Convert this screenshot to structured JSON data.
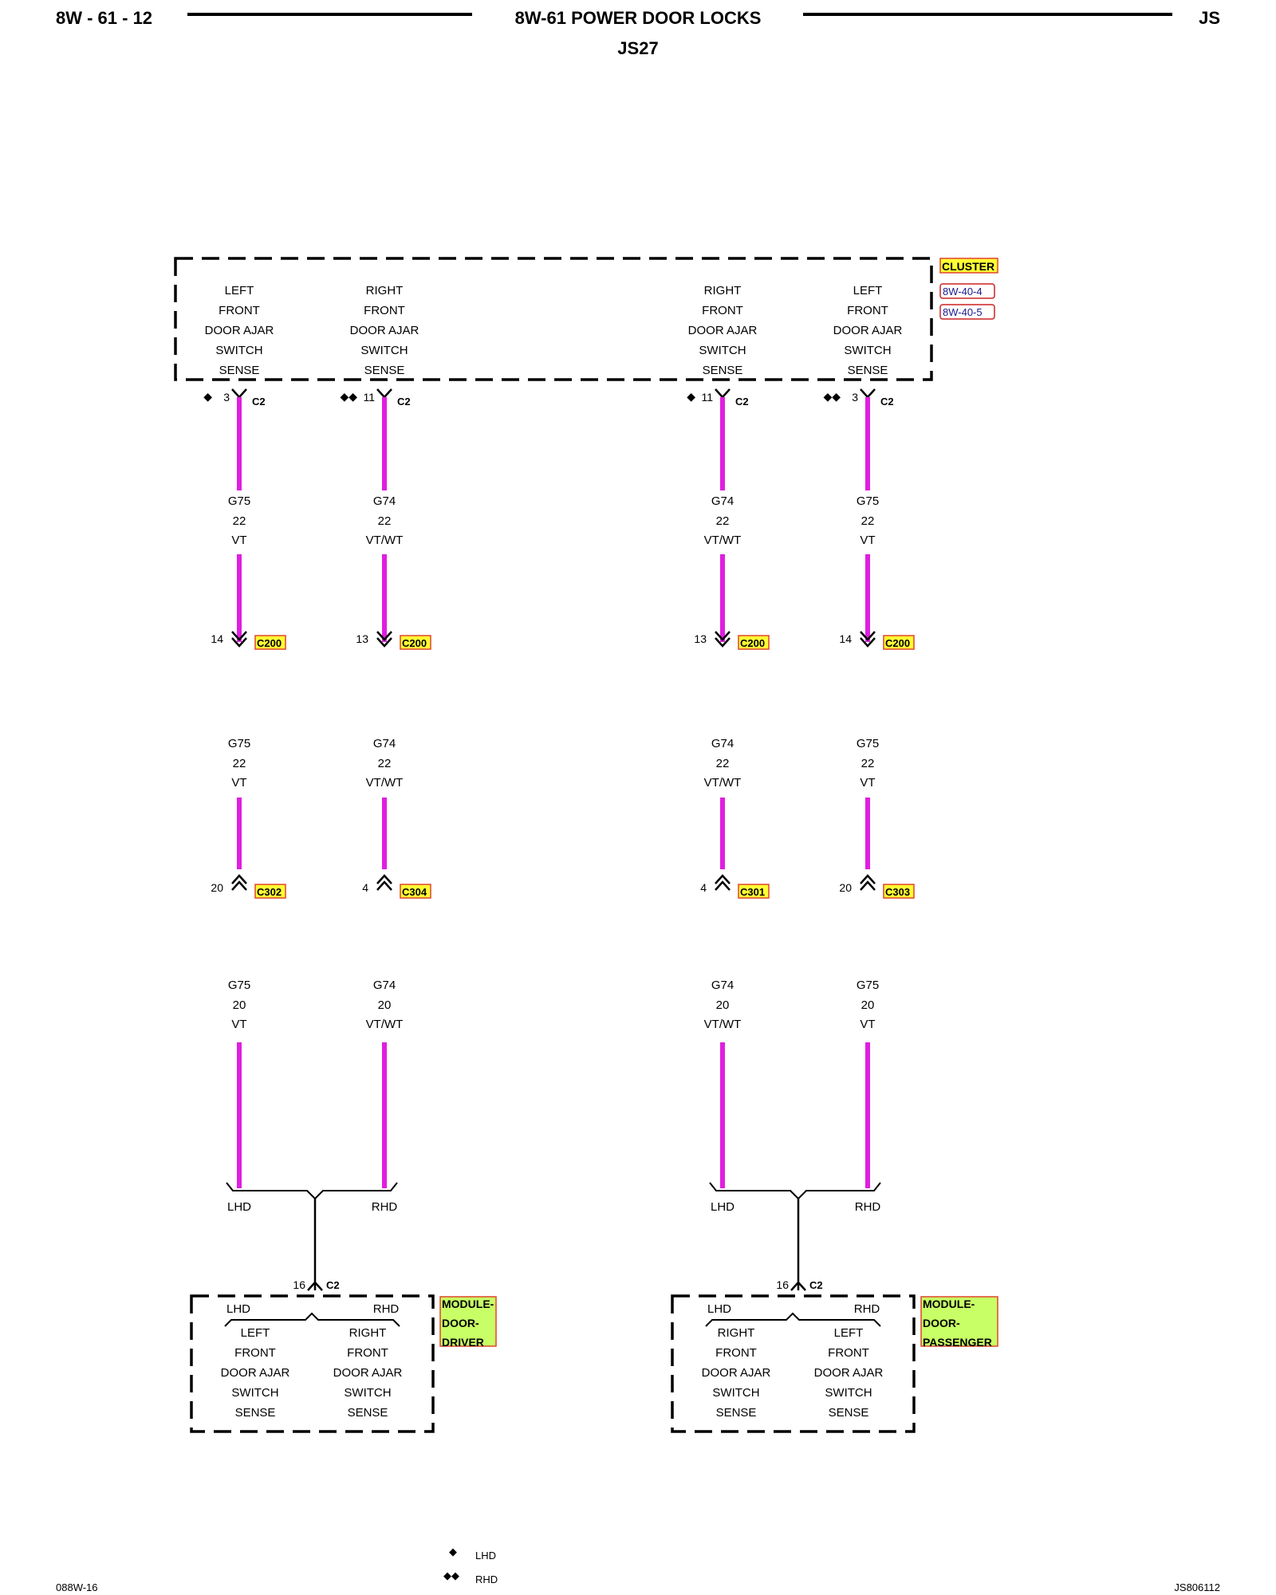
{
  "header": {
    "left": "8W - 61 - 12",
    "title": "8W-61 POWER DOOR LOCKS",
    "subtitle": "JS27",
    "right": "JS"
  },
  "cluster": {
    "name": "CLUSTER",
    "refs": [
      "8W-40-4",
      "8W-40-5"
    ]
  },
  "circuits": [
    {
      "label": [
        "LEFT",
        "FRONT",
        "DOOR AJAR",
        "SWITCH",
        "SENSE"
      ],
      "top": {
        "marker": "◆",
        "pin": "3",
        "conn": "C2"
      },
      "seg1": {
        "circuit": "G75",
        "gauge": "22",
        "color": "VT"
      },
      "mid": {
        "pin": "14",
        "conn": "C200"
      },
      "seg2": {
        "circuit": "G75",
        "gauge": "22",
        "color": "VT"
      },
      "low": {
        "pin": "20",
        "conn": "C302"
      },
      "seg3": {
        "circuit": "G75",
        "gauge": "20",
        "color": "VT"
      }
    },
    {
      "label": [
        "RIGHT",
        "FRONT",
        "DOOR AJAR",
        "SWITCH",
        "SENSE"
      ],
      "top": {
        "marker": "◆◆",
        "pin": "11",
        "conn": "C2"
      },
      "seg1": {
        "circuit": "G74",
        "gauge": "22",
        "color": "VT/WT"
      },
      "mid": {
        "pin": "13",
        "conn": "C200"
      },
      "seg2": {
        "circuit": "G74",
        "gauge": "22",
        "color": "VT/WT"
      },
      "low": {
        "pin": "4",
        "conn": "C304"
      },
      "seg3": {
        "circuit": "G74",
        "gauge": "20",
        "color": "VT/WT"
      }
    },
    {
      "label": [
        "RIGHT",
        "FRONT",
        "DOOR AJAR",
        "SWITCH",
        "SENSE"
      ],
      "top": {
        "marker": "◆",
        "pin": "11",
        "conn": "C2"
      },
      "seg1": {
        "circuit": "G74",
        "gauge": "22",
        "color": "VT/WT"
      },
      "mid": {
        "pin": "13",
        "conn": "C200"
      },
      "seg2": {
        "circuit": "G74",
        "gauge": "22",
        "color": "VT/WT"
      },
      "low": {
        "pin": "4",
        "conn": "C301"
      },
      "seg3": {
        "circuit": "G74",
        "gauge": "20",
        "color": "VT/WT"
      }
    },
    {
      "label": [
        "LEFT",
        "FRONT",
        "DOOR AJAR",
        "SWITCH",
        "SENSE"
      ],
      "top": {
        "marker": "◆◆",
        "pin": "3",
        "conn": "C2"
      },
      "seg1": {
        "circuit": "G75",
        "gauge": "22",
        "color": "VT"
      },
      "mid": {
        "pin": "14",
        "conn": "C200"
      },
      "seg2": {
        "circuit": "G75",
        "gauge": "22",
        "color": "VT"
      },
      "low": {
        "pin": "20",
        "conn": "C303"
      },
      "seg3": {
        "circuit": "G75",
        "gauge": "20",
        "color": "VT"
      }
    }
  ],
  "splits": [
    {
      "left": "LHD",
      "right": "RHD",
      "pin": "16",
      "conn": "C2"
    },
    {
      "left": "LHD",
      "right": "RHD",
      "pin": "16",
      "conn": "C2"
    }
  ],
  "modules": [
    {
      "name": [
        "MODULE-",
        "DOOR-",
        "DRIVER"
      ],
      "lhd": "LHD",
      "rhd": "RHD",
      "left_label": [
        "LEFT",
        "FRONT",
        "DOOR AJAR",
        "SWITCH",
        "SENSE"
      ],
      "right_label": [
        "RIGHT",
        "FRONT",
        "DOOR AJAR",
        "SWITCH",
        "SENSE"
      ]
    },
    {
      "name": [
        "MODULE-",
        "DOOR-",
        "PASSENGER"
      ],
      "lhd": "LHD",
      "rhd": "RHD",
      "left_label": [
        "RIGHT",
        "FRONT",
        "DOOR AJAR",
        "SWITCH",
        "SENSE"
      ],
      "right_label": [
        "LEFT",
        "FRONT",
        "DOOR AJAR",
        "SWITCH",
        "SENSE"
      ]
    }
  ],
  "legend": [
    {
      "marker": "◆",
      "text": "LHD"
    },
    {
      "marker": "◆◆",
      "text": "RHD"
    }
  ],
  "footer": {
    "left": "088W-16",
    "right": "JS806112"
  },
  "colors": {
    "wire": "#e01ee0",
    "connector_fill": "#ffff33",
    "connector_border": "#e0452a",
    "module_fill": "#c8ff66",
    "ref_border": "#cc2222"
  }
}
